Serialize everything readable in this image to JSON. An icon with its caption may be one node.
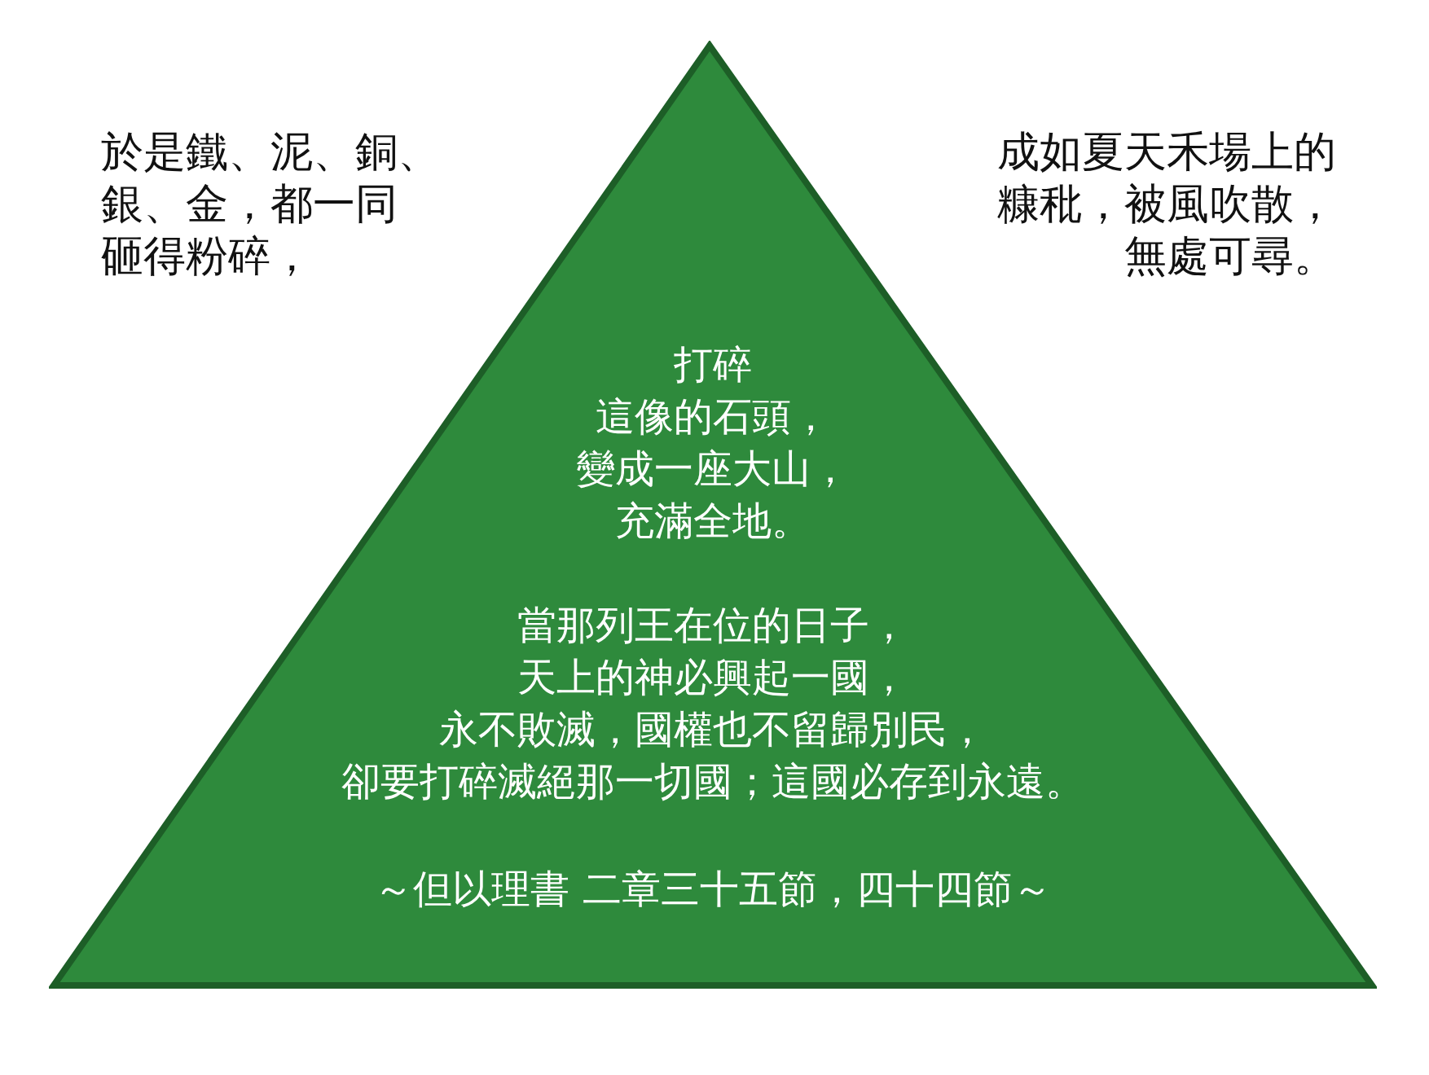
{
  "diagram": {
    "nodes": [
      {
        "text": [
          "打碎這像的石頭，變成一座大山，充滿全地。",
          "當那列王在位的日子，天上的神必興起一國，永不敗滅，國權也不留歸別民，卻要打碎滅絕那一切國；這國必存到永遠。",
          "～但以理書 二章三十五節，四十四節～"
        ]
      }
    ],
    "labels": [
      "於是鐵、泥、銅、銀、金，都一同砸得粉碎，",
      "成如夏天禾場上的糠秕，被風吹散，無處可尋。"
    ]
  }
}
